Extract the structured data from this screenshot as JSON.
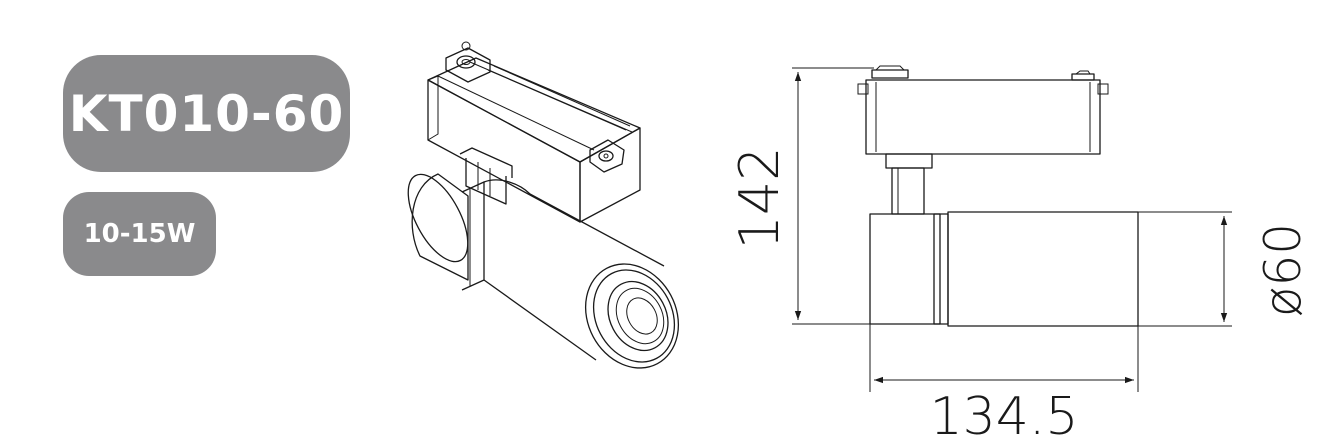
{
  "product": {
    "model": "KT010-60",
    "power": "10-15W"
  },
  "dimensions": {
    "height": "142",
    "diameter": "ø60",
    "length": "134.5"
  },
  "colors": {
    "badge": "#8a8a8c",
    "line": "#1a1a1a"
  }
}
